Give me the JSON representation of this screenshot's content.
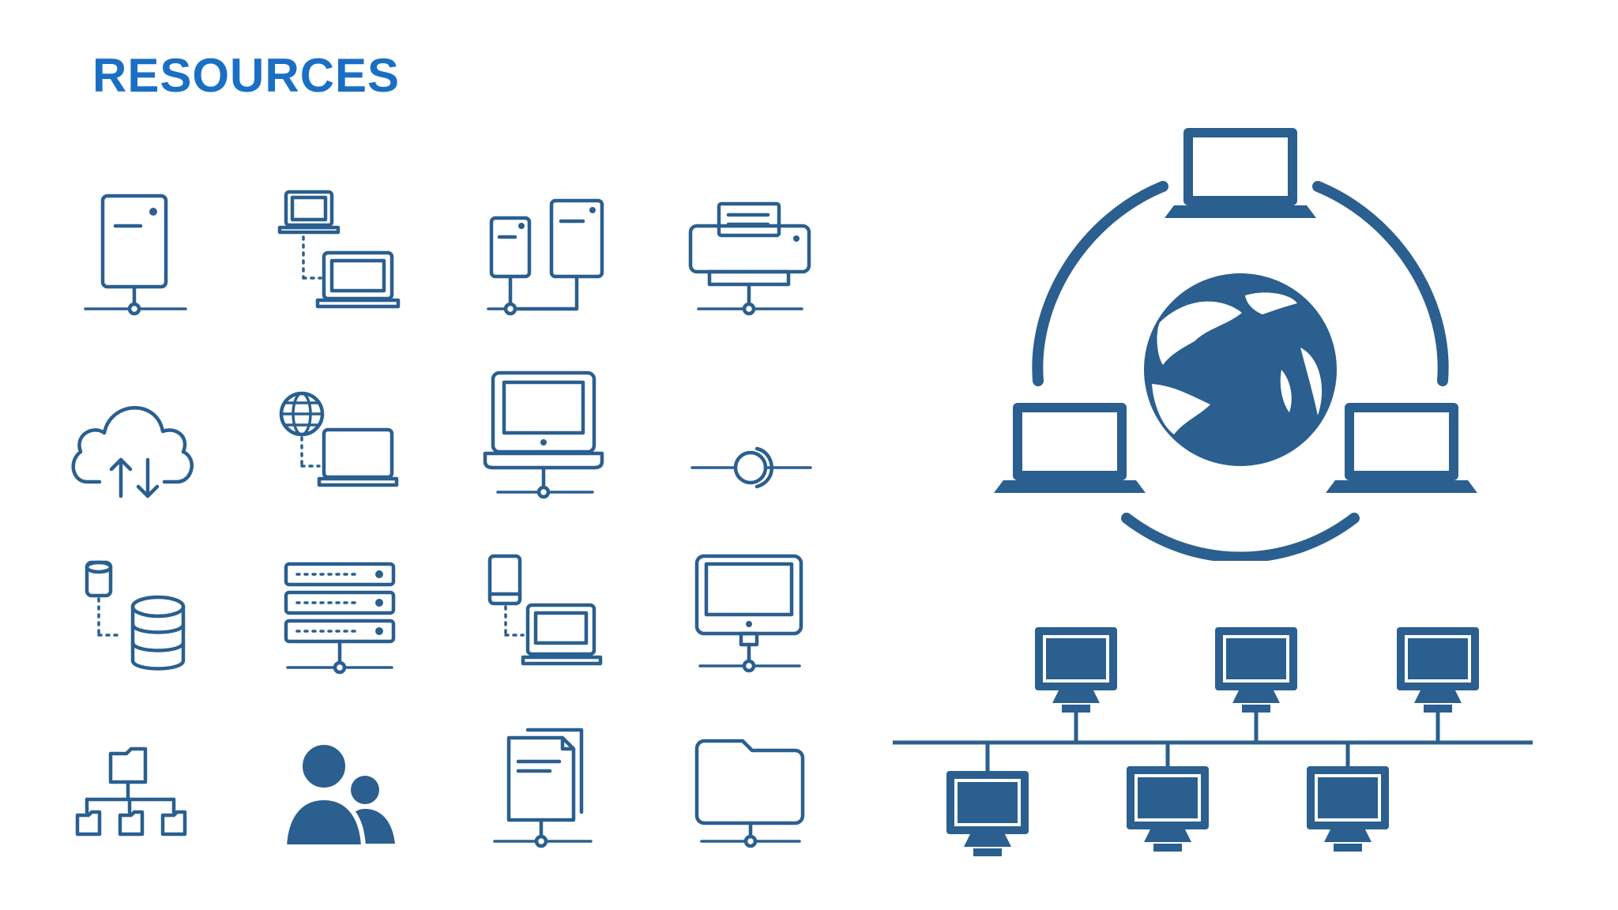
{
  "page": {
    "title": "RESOURCES"
  },
  "colors": {
    "accent": "#1a6fc4",
    "icon": "#2a5f8f",
    "background": "#ffffff"
  },
  "icons": [
    "network-server-icon",
    "linked-laptops-icon",
    "connected-servers-icon",
    "network-printer-icon",
    "cloud-sync-icon",
    "web-laptop-icon",
    "network-laptop-icon",
    "network-node-icon",
    "database-icon",
    "server-rack-icon",
    "mobile-laptop-sync-icon",
    "network-monitor-icon",
    "folder-hierarchy-icon",
    "user-group-icon",
    "network-documents-icon",
    "network-folder-icon"
  ],
  "illustrations": [
    "global-network-illustration",
    "bus-network-illustration"
  ]
}
